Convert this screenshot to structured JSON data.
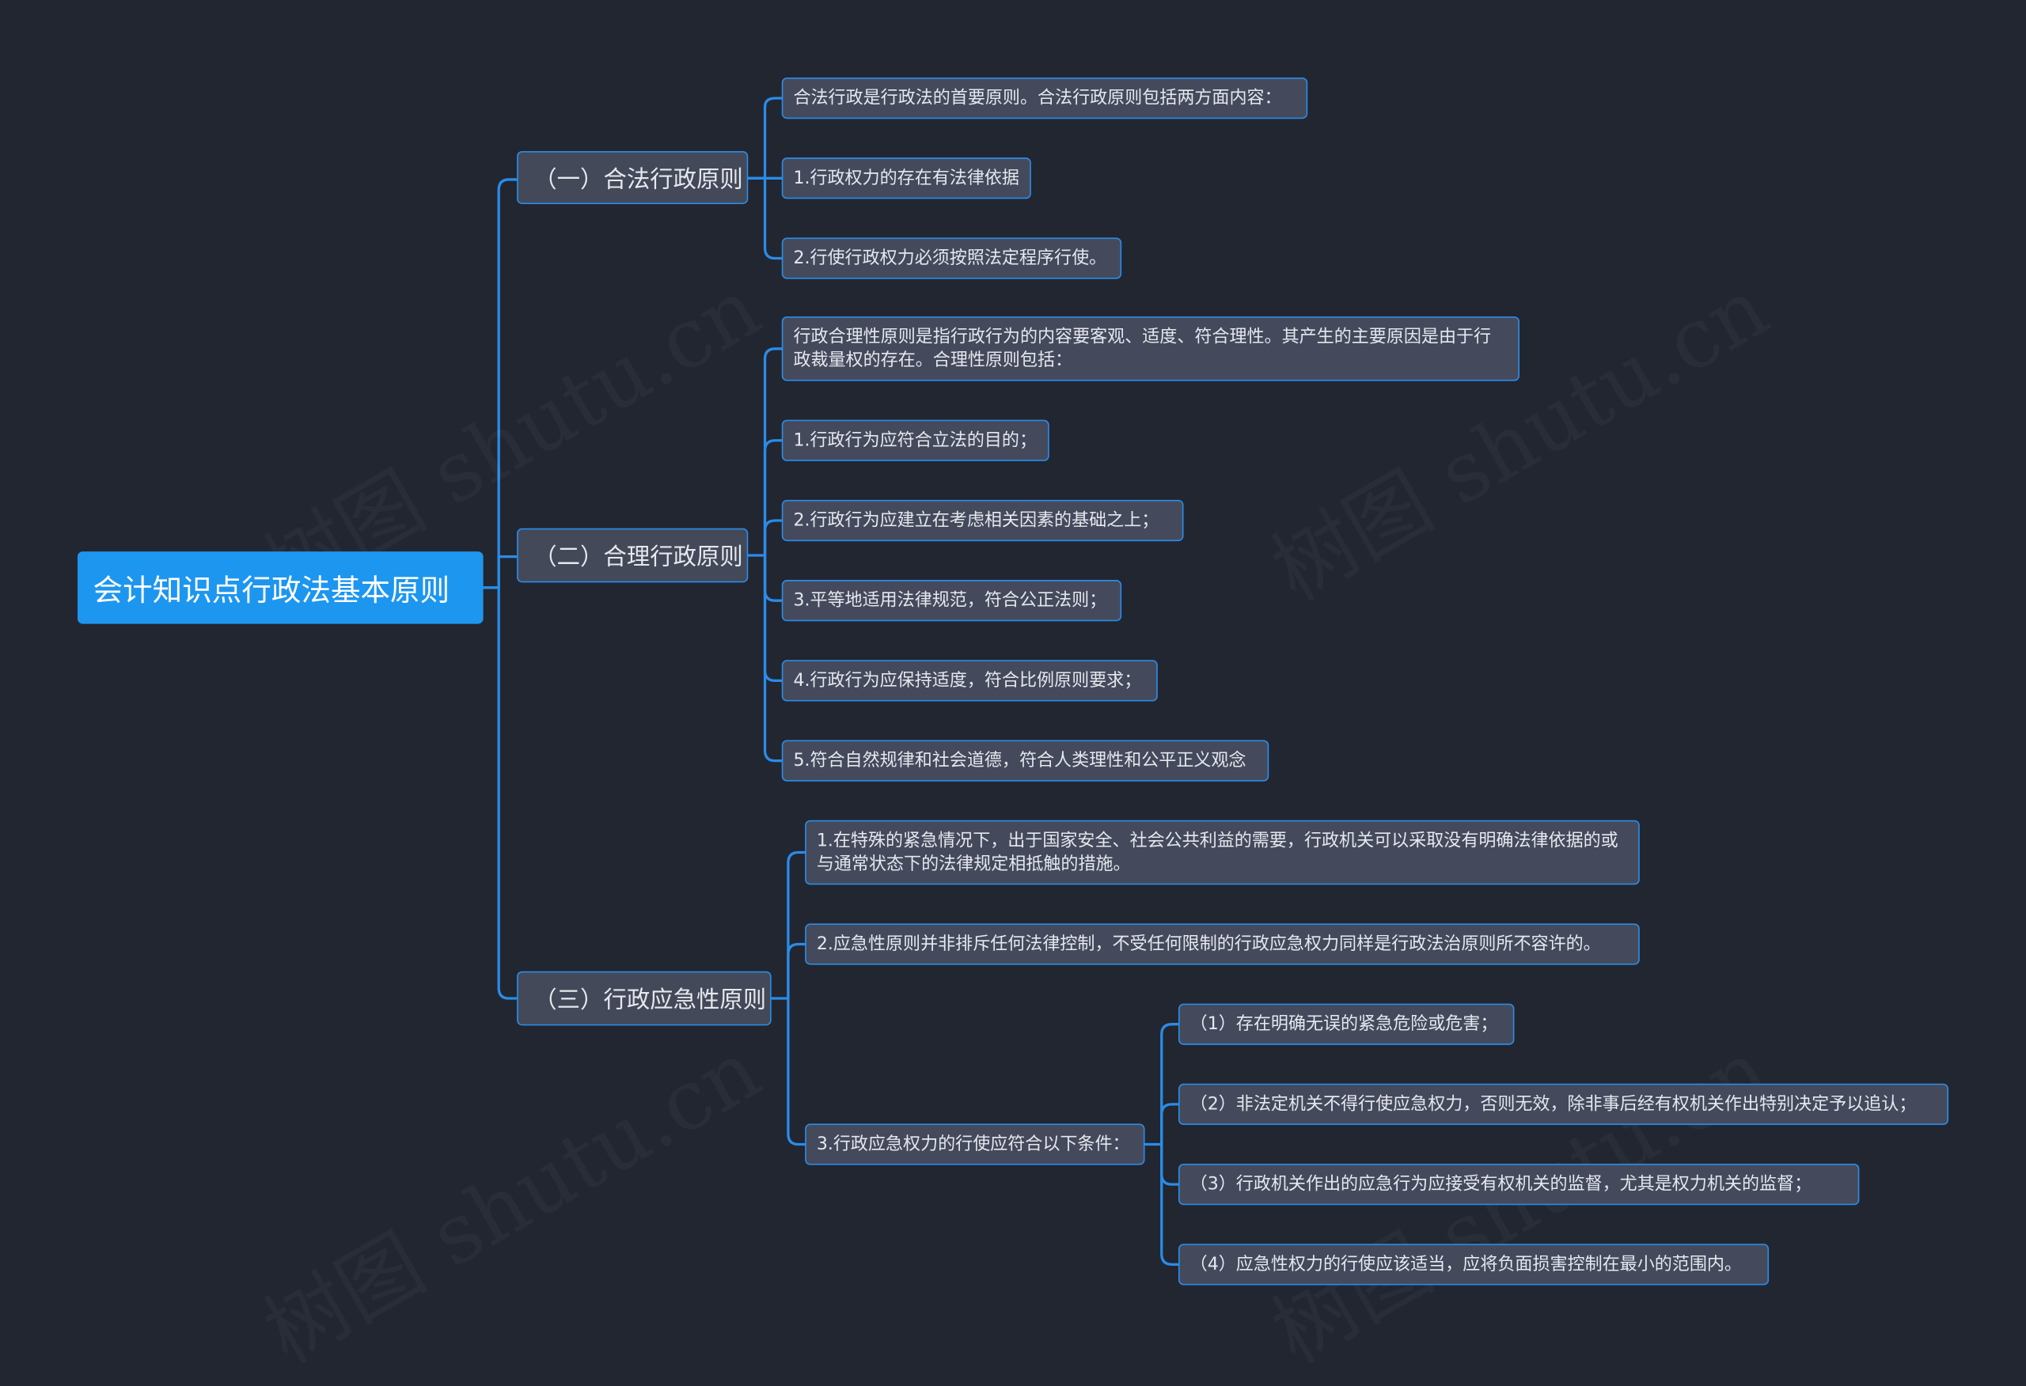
{
  "root": {
    "label": "会计知识点行政法基本原则"
  },
  "watermark": "树图 shutu.cn",
  "branches": [
    {
      "label": "（一）合法行政原则",
      "items": [
        "合法行政是行政法的首要原则。合法行政原则包括两方面内容：",
        "1.行政权力的存在有法律依据",
        "2.行使行政权力必须按照法定程序行使。"
      ]
    },
    {
      "label": "（二）合理行政原则",
      "items": [
        "行政合理性原则是指行政行为的内容要客观、适度、符合理性。其产生的主要原因是由于行政裁量权的存在。合理性原则包括：",
        "1.行政行为应符合立法的目的；",
        "2.行政行为应建立在考虑相关因素的基础之上；",
        "3.平等地适用法律规范，符合公正法则；",
        "4.行政行为应保持适度，符合比例原则要求；",
        "5.符合自然规律和社会道德，符合人类理性和公平正义观念"
      ]
    },
    {
      "label": "（三）行政应急性原则",
      "items": [
        "1.在特殊的紧急情况下，出于国家安全、社会公共利益的需要，行政机关可以采取没有明确法律依据的或与通常状态下的法律规定相抵触的措施。",
        "2.应急性原则并非排斥任何法律控制，不受任何限制的行政应急权力同样是行政法治原则所不容许的。",
        "3.行政应急权力的行使应符合以下条件："
      ],
      "conditions": [
        "（1）存在明确无误的紧急危险或危害；",
        "（2）非法定机关不得行使应急权力，否则无效，除非事后经有权机关作出特别决定予以追认；",
        "（3）行政机关作出的应急行为应接受有权机关的监督，尤其是权力机关的监督；",
        "（4）应急性权力的行使应该适当，应将负面损害控制在最小的范围内。"
      ]
    }
  ],
  "colors": {
    "background": "#222631",
    "root": "#1d96f0",
    "node": "#444a5c",
    "edge": "#2a8ce8"
  }
}
